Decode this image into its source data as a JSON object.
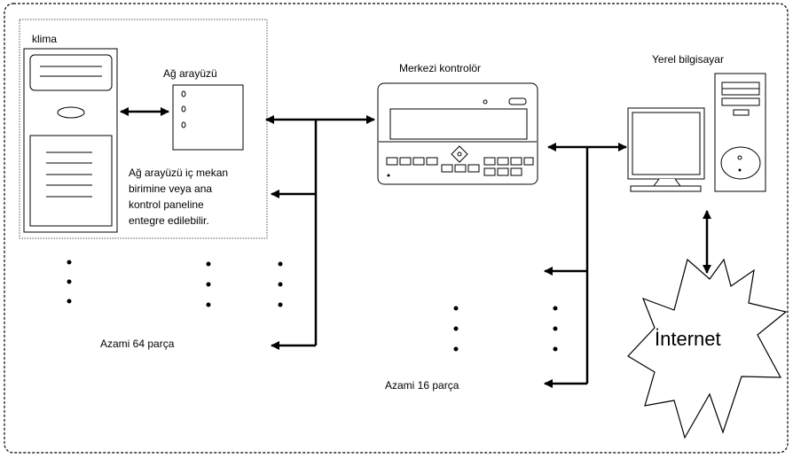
{
  "labels": {
    "klima": "klima",
    "network_interface": "Ağ arayüzü",
    "central_controller": "Merkezi kontrolör",
    "local_computer": "Yerel bilgisayar",
    "note_lines": [
      "Ağ arayüzü iç mekan",
      "birimine veya ana",
      "kontrol paneline",
      "entegre edilebilir."
    ],
    "max_64": "Azami 64 parça",
    "max_16": "Azami 16 parça",
    "internet": "İnternet"
  },
  "icons": [
    "air-conditioner-icon",
    "network-interface-icon",
    "central-controller-icon",
    "monitor-icon",
    "computer-tower-icon",
    "internet-burst-icon"
  ]
}
